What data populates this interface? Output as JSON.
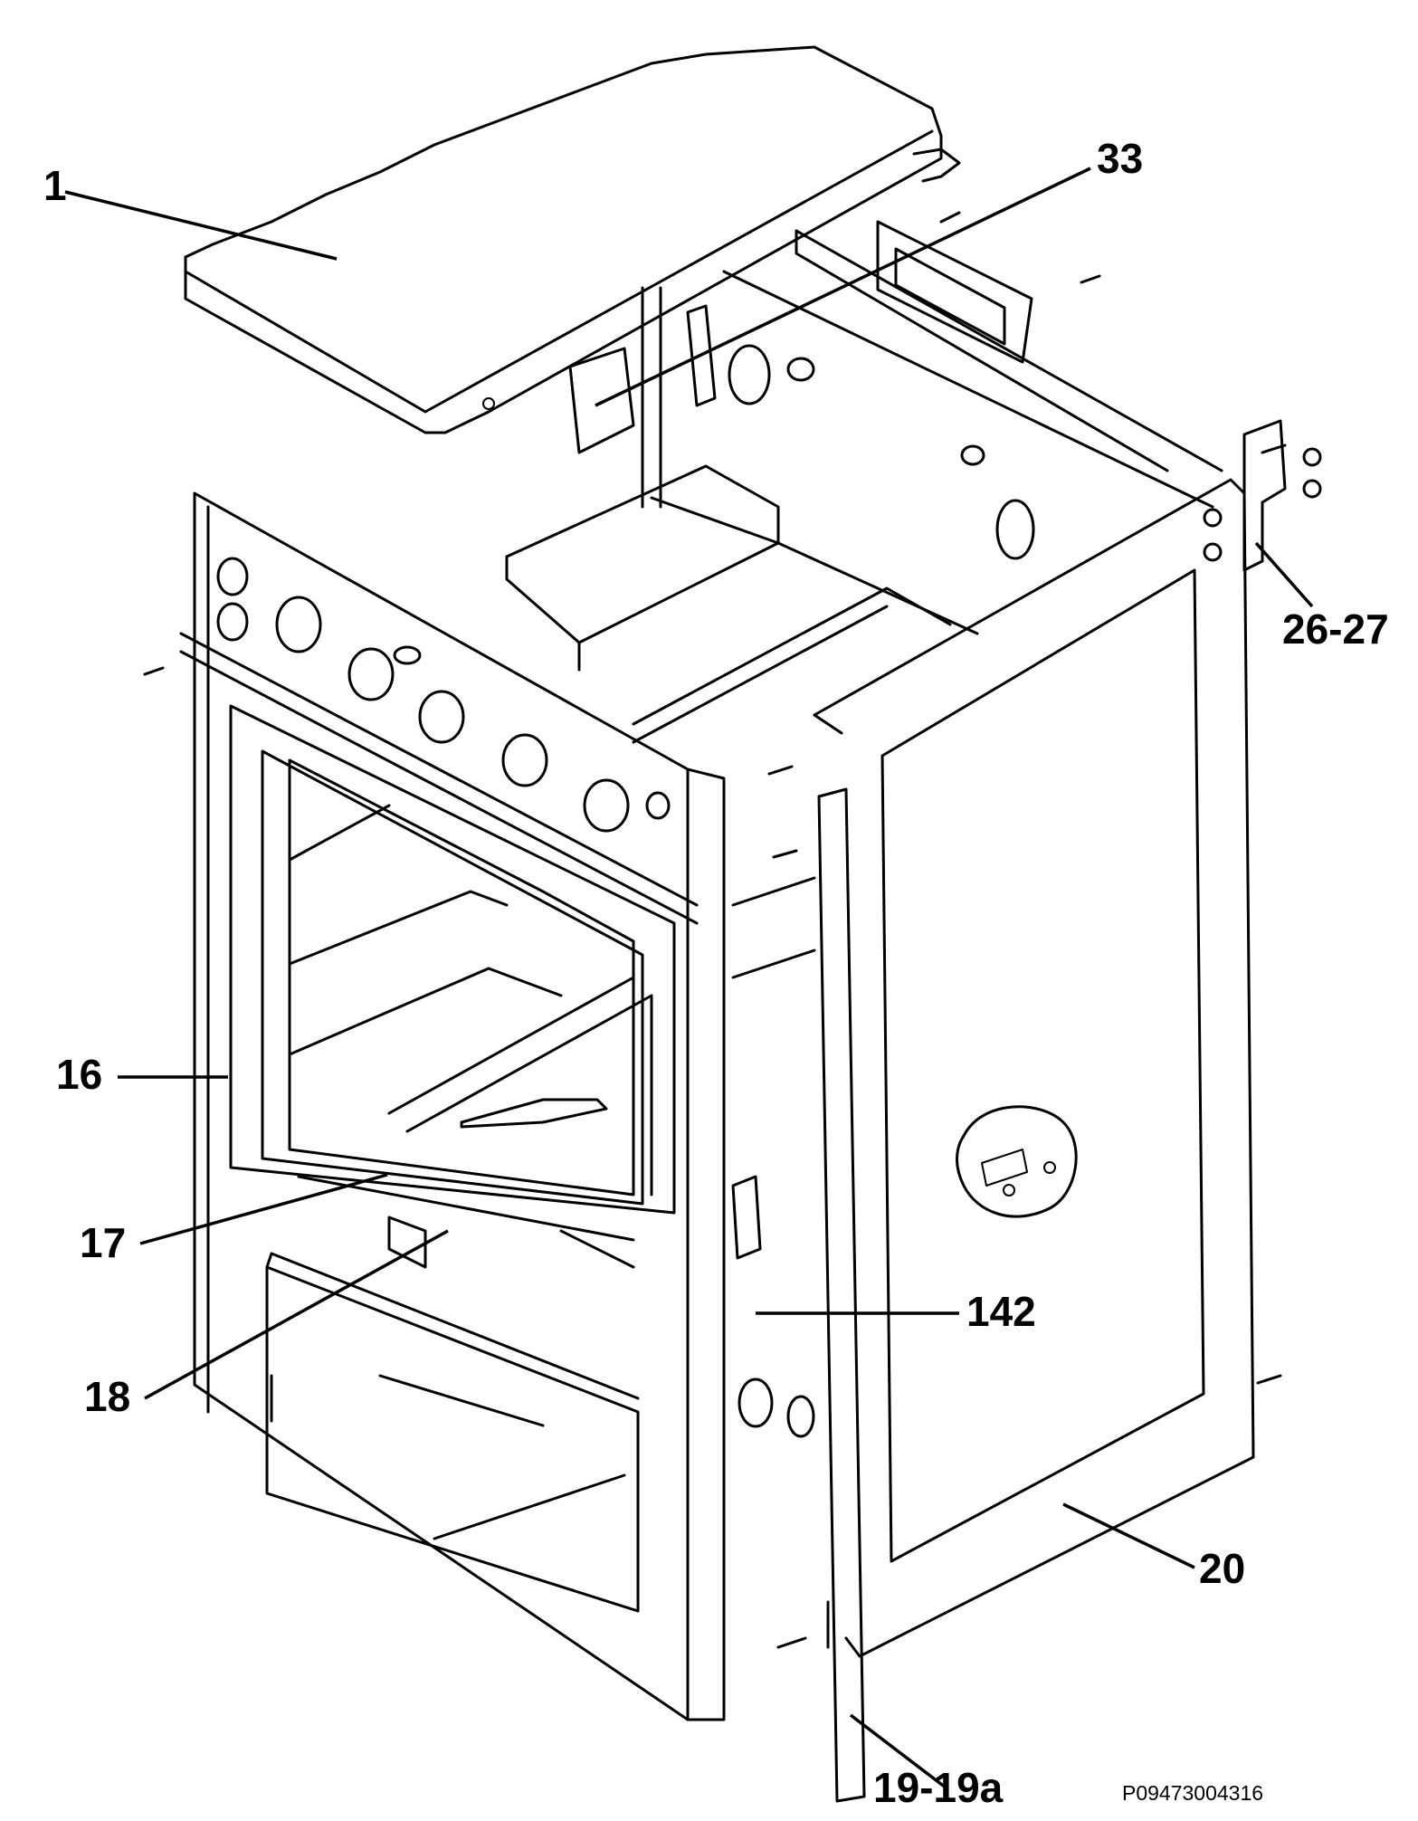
{
  "callouts": {
    "c1": "1",
    "c33": "33",
    "c26_27": "26-27",
    "c16": "16",
    "c17": "17",
    "c18": "18",
    "c142": "142",
    "c20": "20",
    "c19": "19-19a"
  },
  "drawing_code": "P09473004316",
  "colors": {
    "line": "#000000",
    "background": "#ffffff"
  }
}
